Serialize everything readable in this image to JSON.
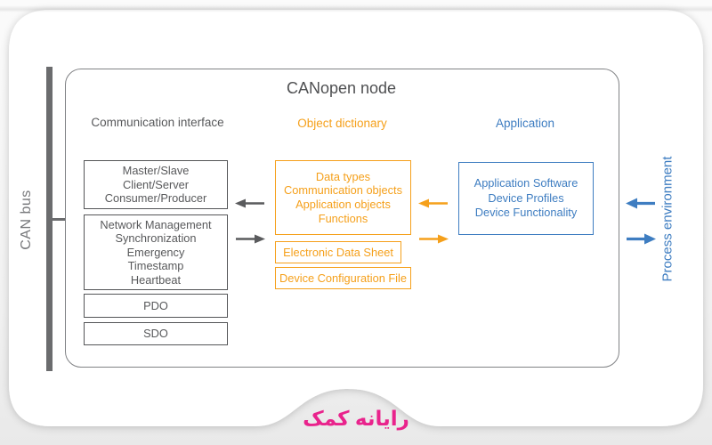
{
  "colors": {
    "text_gray": "#58595b",
    "node_border_gray": "#808285",
    "bus_gray": "#6b6c6e",
    "orange_accent": "#f5a01b",
    "blue_accent": "#3e7dc1",
    "logo_pink": "#e9238c"
  },
  "card": {
    "logo_text": "رایانه کمک"
  },
  "diagram": {
    "title": "CANopen node",
    "bus_label": "CAN bus",
    "environment_label": "Process environment",
    "headers": {
      "communication": "Communication interface",
      "object_dictionary": "Object dictionary",
      "application": "Application"
    },
    "communication_boxes": {
      "protocols": {
        "line1": "Master/Slave",
        "line2": "Client/Server",
        "line3": "Consumer/Producer"
      },
      "services": {
        "line1": "Network Management",
        "line2": "Synchronization",
        "line3": "Emergency",
        "line4": "Timestamp",
        "line5": "Heartbeat"
      },
      "pdo": "PDO",
      "sdo": "SDO"
    },
    "object_dictionary_boxes": {
      "main": {
        "line1": "Data types",
        "line2": "Communication objects",
        "line3": "Application objects",
        "line4": "Functions"
      },
      "eds": "Electronic Data Sheet",
      "dcf": "Device Configuration File"
    },
    "application_boxes": {
      "main": {
        "line1": "Application Software",
        "line2": "Device Profiles",
        "line3": "Device Functionality"
      }
    }
  }
}
